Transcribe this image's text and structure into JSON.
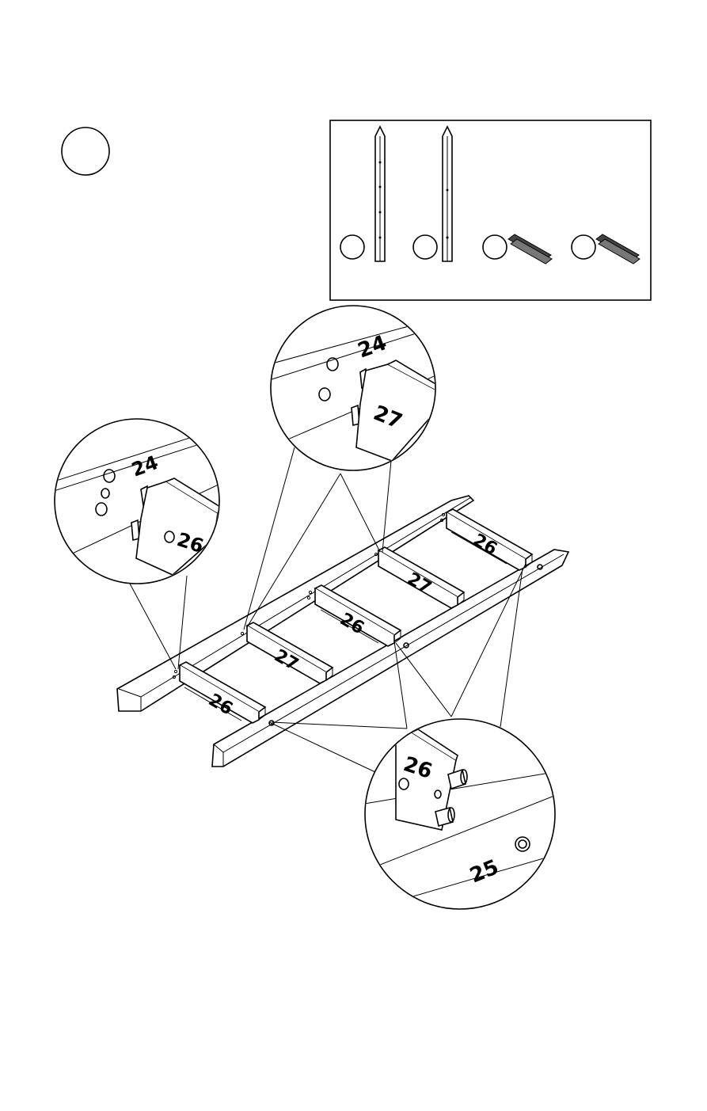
{
  "step": {
    "number_circle": "step-number-circle"
  },
  "parts_box": {
    "items": [
      {
        "icon": "long-slat-with-holes-icon"
      },
      {
        "icon": "long-slat-icon"
      },
      {
        "icon": "short-rail-icon"
      },
      {
        "icon": "short-rail-icon"
      }
    ]
  },
  "labels": {
    "part_24": "24",
    "part_25": "25",
    "part_26": "26",
    "part_27": "27"
  },
  "palette": {
    "ink": "#000000",
    "paper": "#ffffff"
  }
}
